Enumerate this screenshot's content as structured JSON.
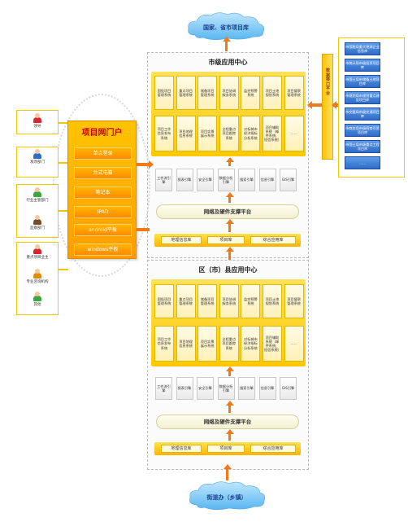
{
  "clouds": {
    "top": "国家、省市项目库",
    "bottom": "街道办（乡镇）"
  },
  "city": {
    "title": "市级应用中心",
    "apps_row1": [
      "国投项目管理系统",
      "重点项目管理系统",
      "储备项目管理系统",
      "项目协调服务系统",
      "监控预警系统",
      "项目土地规划系统",
      "项目督察管理系统"
    ],
    "apps_row2": [
      "项目工作信息发布系统",
      "项目地理信息系统",
      "项目实景展示系统",
      "全程重点项目跟踪系统",
      "对标城市经济指标分析系统",
      "项目辅助系统（邮件系统、短信系统）",
      "……"
    ],
    "engines": [
      "工作流引擎",
      "报表引擎",
      "安全引擎",
      "数据分析引擎",
      "搜索引擎",
      "信息引擎",
      "GIS引擎"
    ],
    "platform": "网络及硬件支撑平台",
    "databases": [
      "地理信息库",
      "项目库",
      "综合应用库"
    ]
  },
  "district": {
    "title": "区（市）县应用中心",
    "apps_row1": [
      "国投项目管理系统",
      "重点项目管理系统",
      "储备项目管理系统",
      "项目协调服务系统",
      "监控预警系统",
      "项目土地规划系统",
      "项目督察管理系统"
    ],
    "apps_row2": [
      "项目工作信息发布系统",
      "项目地理信息系统",
      "项目实景展示系统",
      "全程重点项目跟踪系统",
      "对标城市经济指标分析系统",
      "项目辅助系统（邮件系统、短信系统）",
      "……"
    ],
    "engines": [
      "工作流引擎",
      "报表引擎",
      "安全引擎",
      "数据分析引擎",
      "搜索引擎",
      "信息引擎",
      "GIS引擎"
    ],
    "platform": "网络及硬件支撑平台",
    "databases": [
      "地理信息库",
      "项目库",
      "综合应用库"
    ]
  },
  "portal": {
    "title": "项目网门户",
    "items": [
      "单点登录",
      "台式电脑",
      "笔记本",
      "IPAD",
      "android平板",
      "windows平板"
    ]
  },
  "users": [
    {
      "label": "领导",
      "color": "#d9262c"
    },
    {
      "label": "发改部门",
      "color": "#2e6cc9"
    },
    {
      "label": "行业主管部门",
      "color": "#3aa83a"
    },
    {
      "label": "监察部门",
      "color": "#7a4a2a"
    },
    {
      "label": "重点项目业主",
      "color": "#d9262c"
    },
    {
      "label": "专业咨询机构",
      "color": "#e08b00"
    },
    {
      "label": "其他",
      "color": "#3aa83a"
    }
  ],
  "exchange": {
    "label": "数据接口平台",
    "sources": [
      "市国税局重大税源企业信息库",
      "市统计局市级投资项目库",
      "市国土局市储备土地项目库",
      "市规划局市规划重点建设项目库",
      "市交委局市级交通项目库",
      "市商务局市级招商引资项目库",
      "市国土局市级重点工程项目库",
      "……"
    ]
  },
  "colors": {
    "accent": "#ffc400",
    "arrow": "#f07a1a",
    "portal_title": "#c40000",
    "source_button": "#2e6cc9"
  }
}
